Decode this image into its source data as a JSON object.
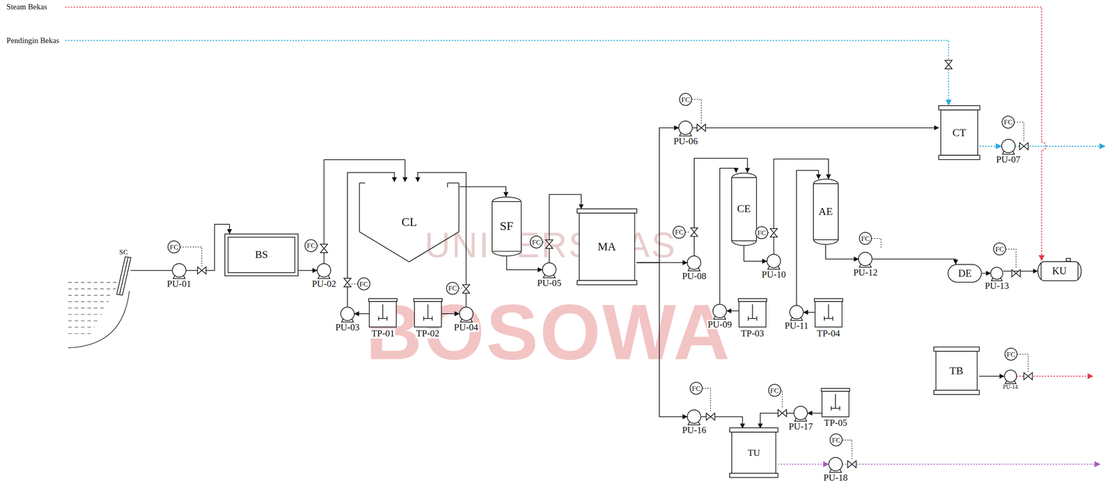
{
  "diagram": {
    "nodes": [
      {
        "text": [
          "SC"
        ]
      },
      {
        "text": [
          "PU-01"
        ]
      },
      {
        "text": [
          "BS"
        ]
      },
      {
        "text": [
          "PU-02"
        ]
      },
      {
        "text": [
          "CL"
        ]
      },
      {
        "text": [
          "PU-03"
        ]
      },
      {
        "text": [
          "TP-01"
        ]
      },
      {
        "text": [
          "TP-02"
        ]
      },
      {
        "text": [
          "PU-04"
        ]
      },
      {
        "text": [
          "SF"
        ]
      },
      {
        "text": [
          "PU-05"
        ]
      },
      {
        "text": [
          "MA"
        ]
      },
      {
        "text": [
          "PU-06"
        ]
      },
      {
        "text": [
          "PU-08"
        ]
      },
      {
        "text": [
          "CE"
        ]
      },
      {
        "text": [
          "PU-09"
        ]
      },
      {
        "text": [
          "TP-03"
        ]
      },
      {
        "text": [
          "PU-10"
        ]
      },
      {
        "text": [
          "AE"
        ]
      },
      {
        "text": [
          "PU-11"
        ]
      },
      {
        "text": [
          "TP-04"
        ]
      },
      {
        "text": [
          "PU-12"
        ]
      },
      {
        "text": [
          "CT"
        ]
      },
      {
        "text": [
          "PU-07"
        ]
      },
      {
        "text": [
          "DE"
        ]
      },
      {
        "text": [
          "PU-13"
        ]
      },
      {
        "text": [
          "KU"
        ]
      },
      {
        "text": [
          "TB"
        ]
      },
      {
        "text": [
          "PU-14"
        ]
      },
      {
        "text": [
          "PU-16"
        ]
      },
      {
        "text": [
          "TU"
        ]
      },
      {
        "text": [
          "PU-17"
        ]
      },
      {
        "text": [
          "TP-05"
        ]
      },
      {
        "text": [
          "PU-18"
        ]
      },
      {
        "text": [
          "FC"
        ]
      },
      {
        "text": [
          "FC"
        ]
      },
      {
        "text": [
          "FC"
        ]
      },
      {
        "text": [
          "FC"
        ]
      },
      {
        "text": [
          "FC"
        ]
      },
      {
        "text": [
          "FC"
        ]
      },
      {
        "text": [
          "FC"
        ]
      },
      {
        "text": [
          "FC"
        ]
      },
      {
        "text": [
          "FC"
        ]
      },
      {
        "text": [
          "FC"
        ]
      },
      {
        "text": [
          "FC"
        ]
      },
      {
        "text": [
          "FC"
        ]
      },
      {
        "text": [
          "FC"
        ]
      },
      {
        "text": [
          "FC"
        ]
      },
      {
        "text": [
          "FC"
        ]
      }
    ],
    "edges": [
      {
        "from": 0,
        "to": 1,
        "arrow": "none"
      },
      {
        "from": 1,
        "to": 2,
        "arrow": "to"
      },
      {
        "from": 2,
        "to": 3,
        "arrow": "to"
      },
      {
        "from": 3,
        "to": 4,
        "arrow": "to"
      },
      {
        "from": 6,
        "to": 5,
        "arrow": "to"
      },
      {
        "from": 5,
        "to": 4,
        "arrow": "to"
      },
      {
        "from": 7,
        "to": 8,
        "arrow": "to"
      },
      {
        "from": 8,
        "to": 4,
        "arrow": "to"
      },
      {
        "from": 4,
        "to": 9,
        "arrow": "to"
      },
      {
        "from": 9,
        "to": 10,
        "arrow": "to"
      },
      {
        "from": 10,
        "to": 11,
        "arrow": "to"
      },
      {
        "from": 11,
        "to": 13,
        "arrow": "to"
      },
      {
        "from": 11,
        "to": 12,
        "arrow": "to"
      },
      {
        "from": 11,
        "to": 29,
        "arrow": "to"
      },
      {
        "from": 12,
        "to": 22,
        "arrow": "to"
      },
      {
        "from": 13,
        "to": 14,
        "arrow": "to"
      },
      {
        "from": 16,
        "to": 15,
        "arrow": "to"
      },
      {
        "from": 15,
        "to": 14,
        "arrow": "to"
      },
      {
        "from": 14,
        "to": 17,
        "arrow": "to"
      },
      {
        "from": 17,
        "to": 18,
        "arrow": "to"
      },
      {
        "from": 20,
        "to": 19,
        "arrow": "to"
      },
      {
        "from": 19,
        "to": 18,
        "arrow": "to"
      },
      {
        "from": 18,
        "to": 21,
        "arrow": "to"
      },
      {
        "from": 21,
        "to": 24,
        "arrow": "to"
      },
      {
        "from": 24,
        "to": 25,
        "arrow": "to"
      },
      {
        "from": 25,
        "to": 26,
        "arrow": "to"
      },
      {
        "from": 22,
        "to": 23,
        "arrow": "to"
      },
      {
        "from": 27,
        "to": 28,
        "arrow": "to"
      },
      {
        "from": 29,
        "to": 30,
        "arrow": "to"
      },
      {
        "from": 32,
        "to": 31,
        "arrow": "to"
      },
      {
        "from": 31,
        "to": 30,
        "arrow": "to"
      },
      {
        "from": 30,
        "to": 33,
        "arrow": "to"
      }
    ],
    "labels": [
      "Steam Bekas",
      "Pendingin Bekas",
      "UNIVERSITAS",
      "BOSOWA"
    ]
  }
}
